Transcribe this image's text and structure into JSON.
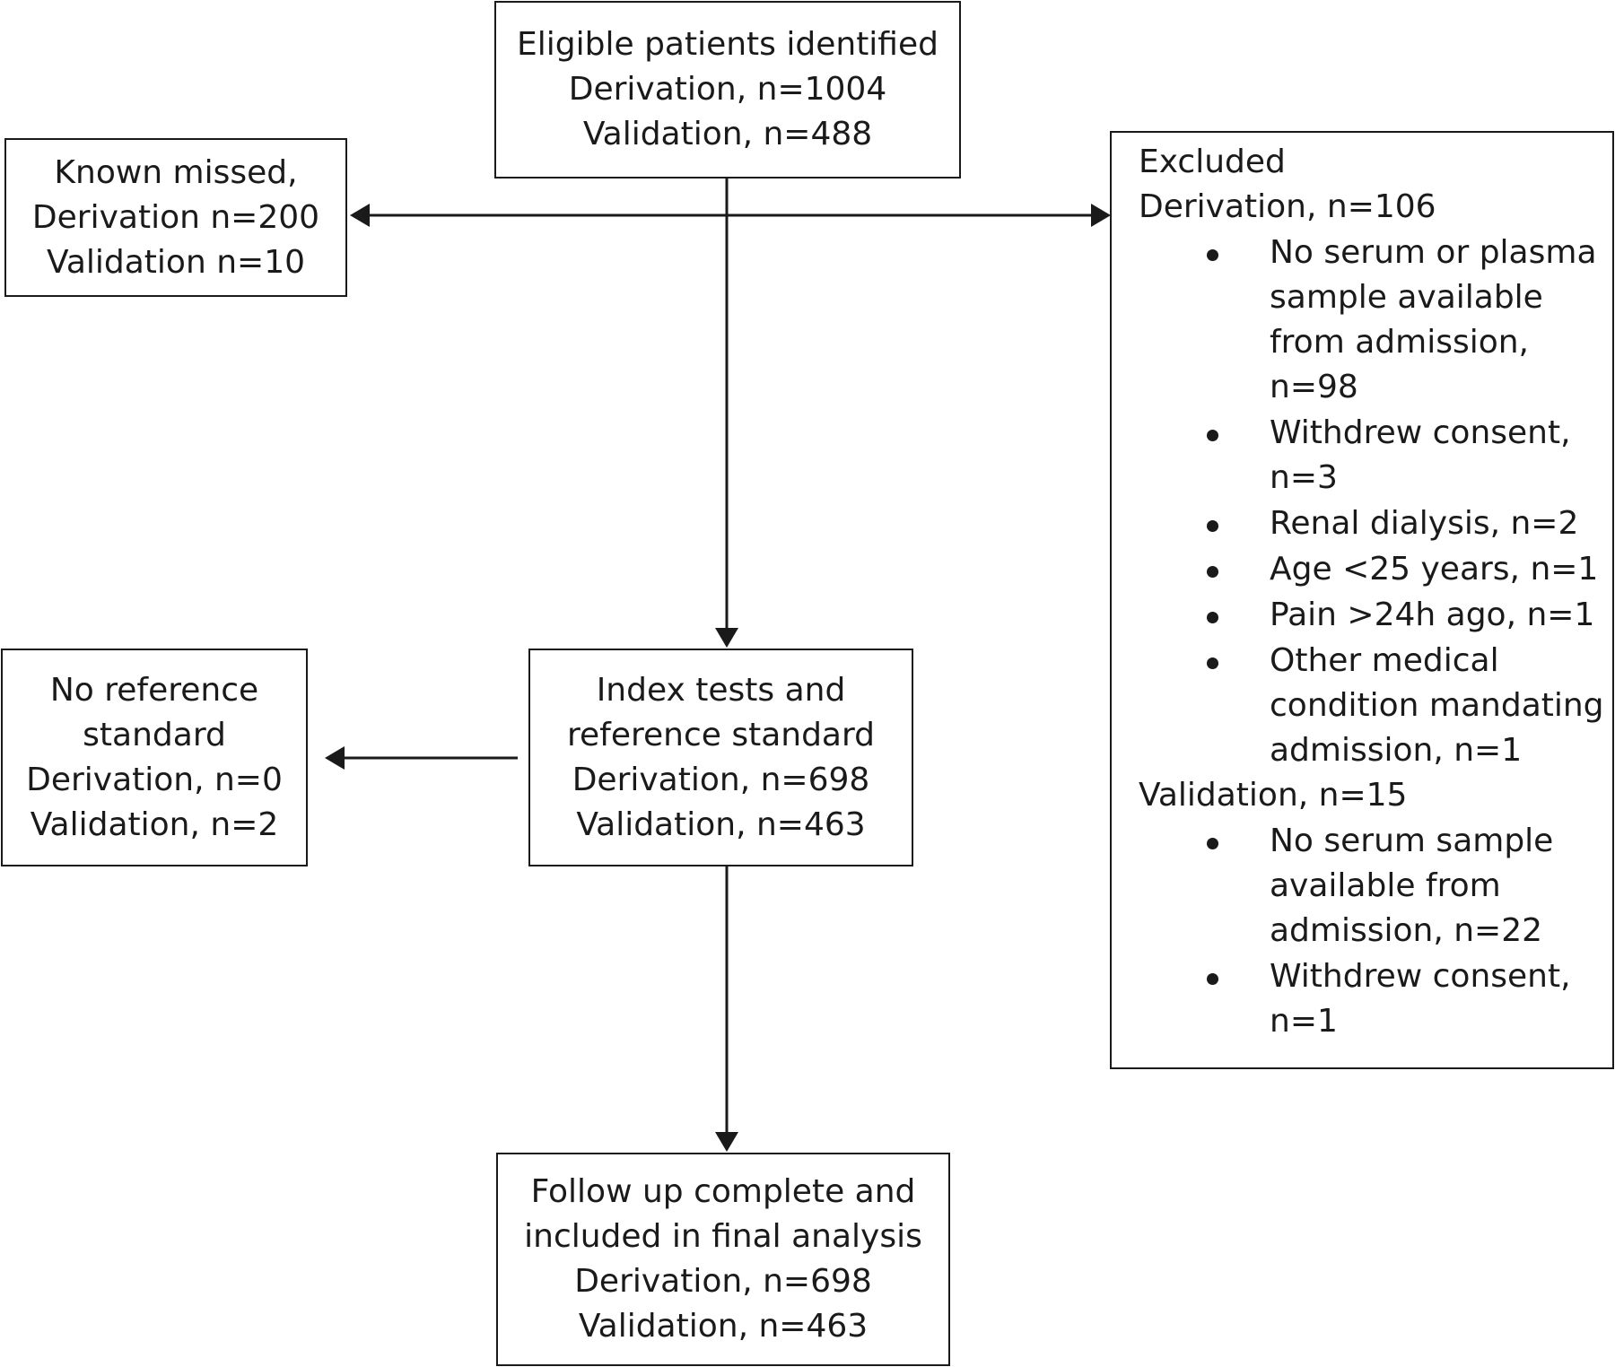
{
  "boxes": {
    "eligible": {
      "lines": [
        "Eligible patients identified",
        "Derivation, n=1004",
        "Validation, n=488"
      ]
    },
    "known_missed": {
      "lines": [
        "Known missed,",
        "Derivation n=200",
        "Validation n=10"
      ]
    },
    "excluded": {
      "title": "Excluded",
      "derivation_label": "Derivation, n=106",
      "derivation_reasons": [
        {
          "lines": [
            "No serum or plasma",
            "sample available",
            "from admission,",
            "n=98"
          ]
        },
        {
          "lines": [
            "Withdrew consent,",
            "n=3"
          ]
        },
        {
          "lines": [
            "Renal dialysis, n=2"
          ]
        },
        {
          "lines": [
            "Age <25 years, n=1"
          ]
        },
        {
          "lines": [
            "Pain >24h ago, n=1"
          ]
        },
        {
          "lines": [
            "Other medical",
            "condition mandating",
            "admission, n=1"
          ]
        }
      ],
      "validation_label": "Validation, n=15",
      "validation_reasons": [
        {
          "lines": [
            "No serum sample",
            "available from",
            "admission, n=22"
          ]
        },
        {
          "lines": [
            "Withdrew consent,",
            "n=1"
          ]
        }
      ]
    },
    "no_reference": {
      "lines": [
        "No reference",
        "standard",
        "Derivation, n=0",
        "Validation, n=2"
      ]
    },
    "index_tests": {
      "lines": [
        "Index tests and",
        "reference standard",
        "Derivation, n=698",
        "Validation, n=463"
      ]
    },
    "followup": {
      "lines": [
        "Follow up complete and",
        "included in final analysis",
        "Derivation, n=698",
        "Validation, n=463"
      ]
    }
  }
}
